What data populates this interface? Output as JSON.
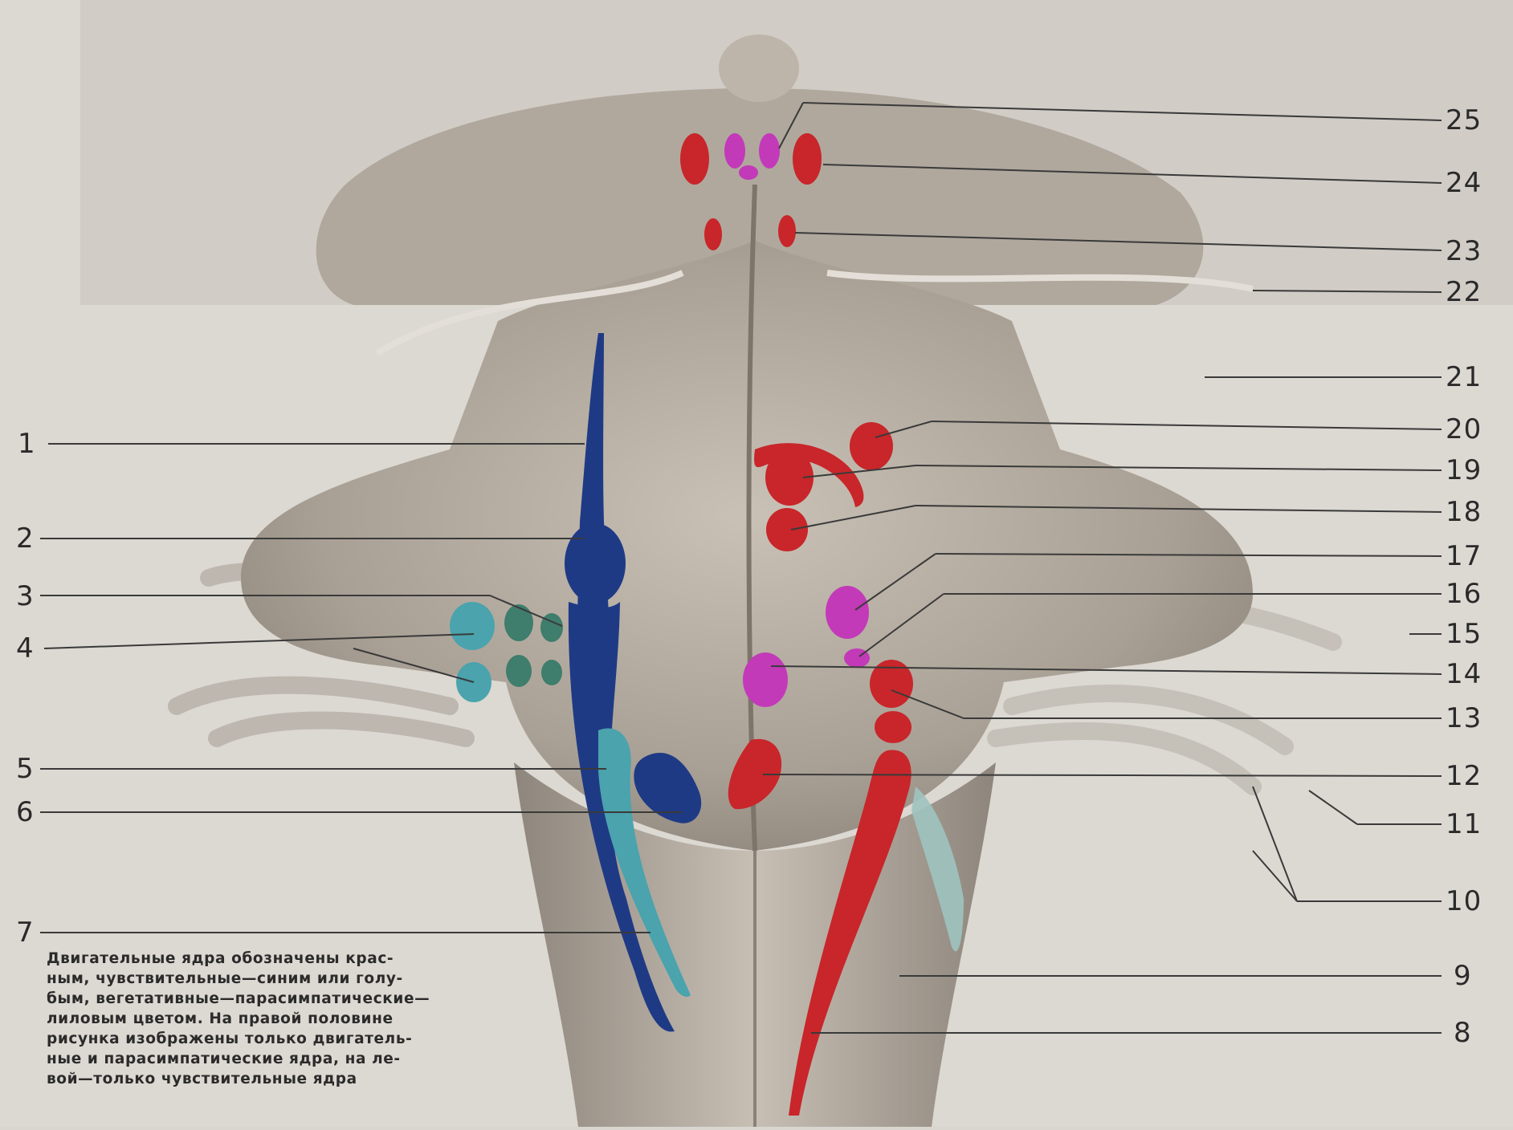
{
  "labels_left": [
    "1",
    "2",
    "3",
    "4",
    "5",
    "6",
    "7"
  ],
  "labels_right": [
    "25",
    "24",
    "23",
    "22",
    "21",
    "20",
    "19",
    "18",
    "17",
    "16",
    "15",
    "14",
    "13",
    "12",
    "11",
    "10",
    "9",
    "8"
  ],
  "caption_lines": [
    "Двигательные ядра обозначены крас-",
    "ным, чувствительные—синим или голу-",
    "бым, вегетативные—парасимпатические—",
    "лиловым цветом. На правой половине",
    "рисунка изображены только двигатель-",
    "ные и парасимпатические ядра, на ле-",
    "вой—только чувствительные ядра"
  ],
  "colors": {
    "motor": "#c8262a",
    "sensory_dark": "#1f3a85",
    "sensory_light": "#4aa3ad",
    "sensory_green": "#3f7d6c",
    "parasympathetic": "#c23ab8",
    "background": "#d9d5cf",
    "tissue": "#b9b1a6"
  }
}
